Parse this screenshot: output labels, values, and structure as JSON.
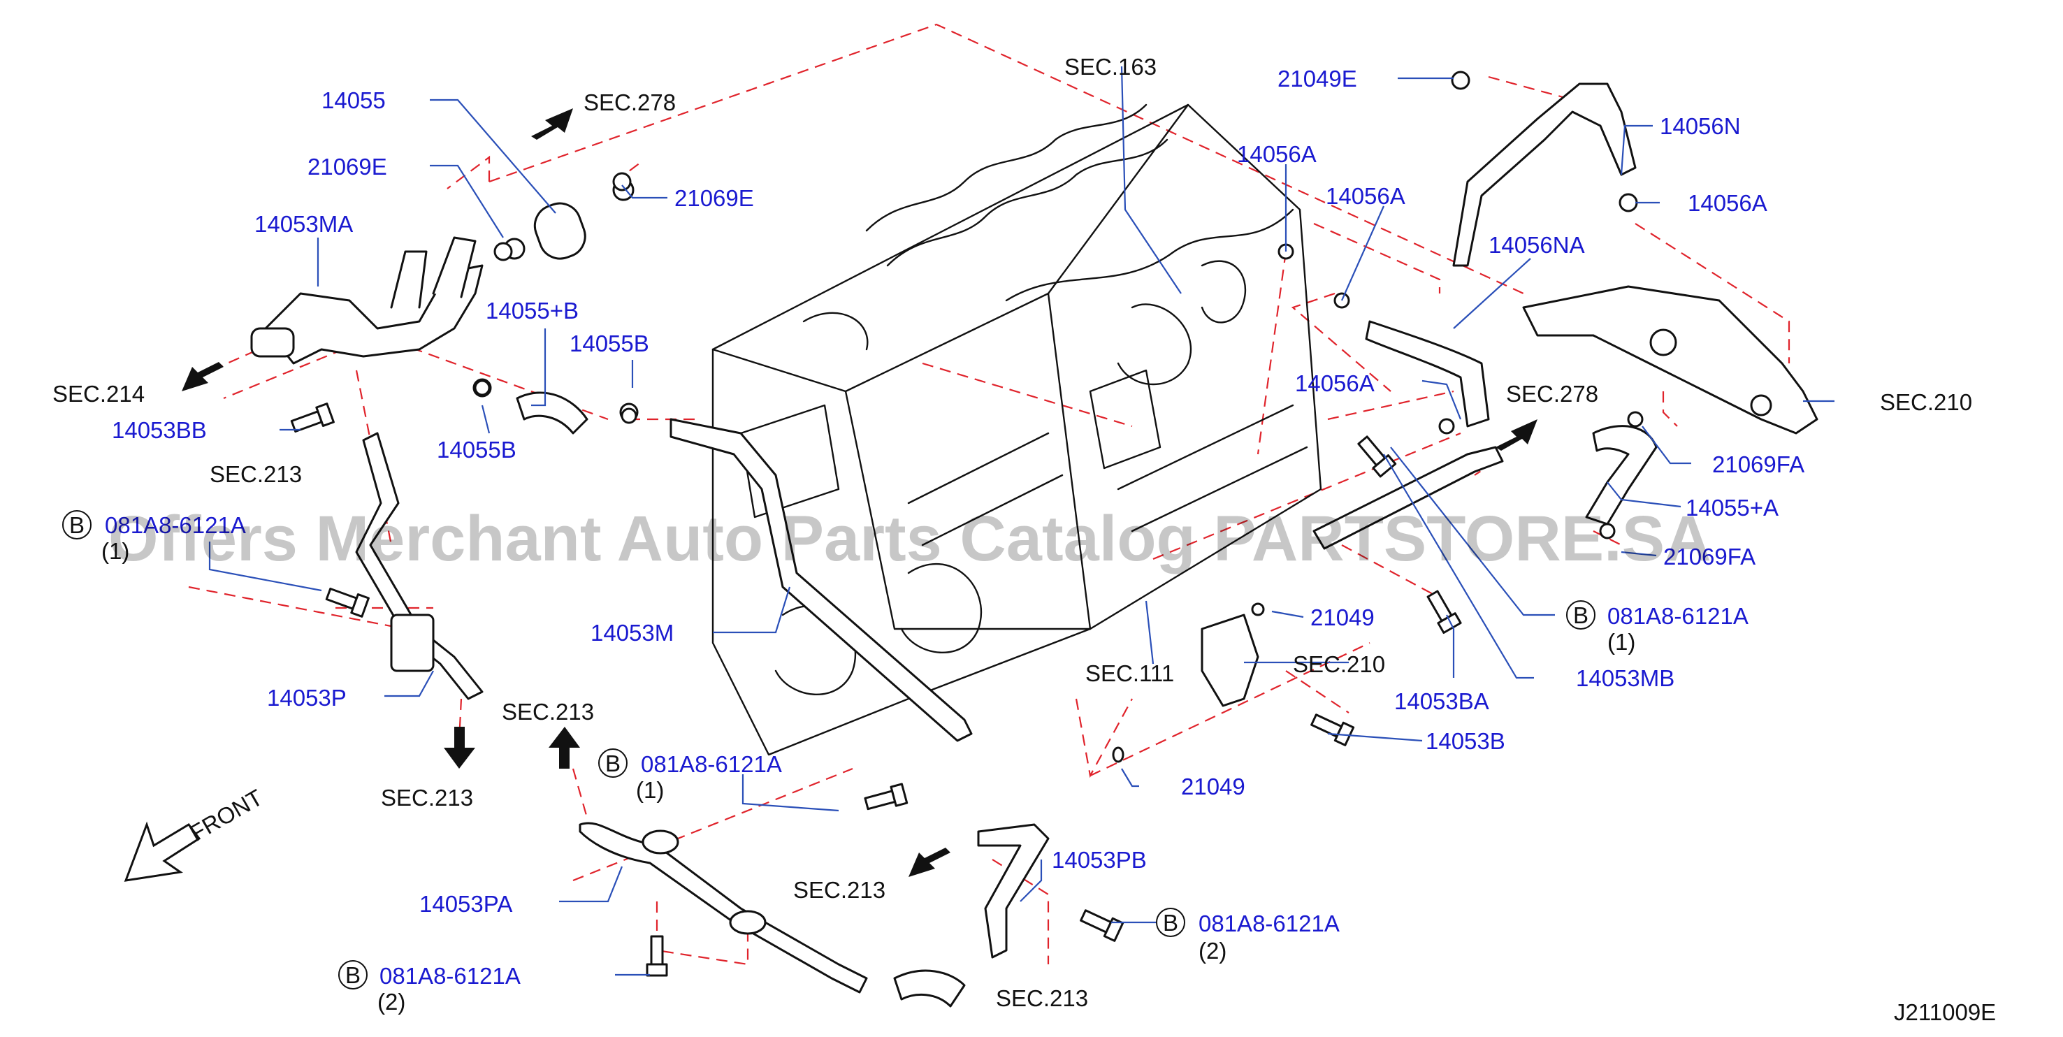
{
  "diagram": {
    "figure_code": "J211009E",
    "watermark": "Offers Merchant Auto Parts Catalog PARTSTORE.SA",
    "direction": "FRONT",
    "bolt_marker": "B",
    "part_labels": [
      "14055",
      "21069E",
      "21069E",
      "14053MA",
      "14055+B",
      "14055B",
      "14055B",
      "14053BB",
      "081A8-6121A",
      "14053P",
      "14053M",
      "081A8-6121A",
      "14053PA",
      "081A8-6121A",
      "14053PB",
      "081A8-6121A",
      "21049E",
      "14056N",
      "14056A",
      "14056A",
      "14056A",
      "14056NA",
      "14056A",
      "21069FA",
      "14055+A",
      "21069FA",
      "21049",
      "081A8-6121A",
      "14053MB",
      "14053BA",
      "14053B",
      "21049"
    ],
    "qty_labels": [
      "(1)",
      "(1)",
      "(2)",
      "(2)",
      "(1)"
    ],
    "section_refs": [
      "SEC.278",
      "SEC.214",
      "SEC.213",
      "SEC.213",
      "SEC.213",
      "SEC.213",
      "SEC.213",
      "SEC.163",
      "SEC.278",
      "SEC.210",
      "SEC.210",
      "SEC.111"
    ]
  }
}
